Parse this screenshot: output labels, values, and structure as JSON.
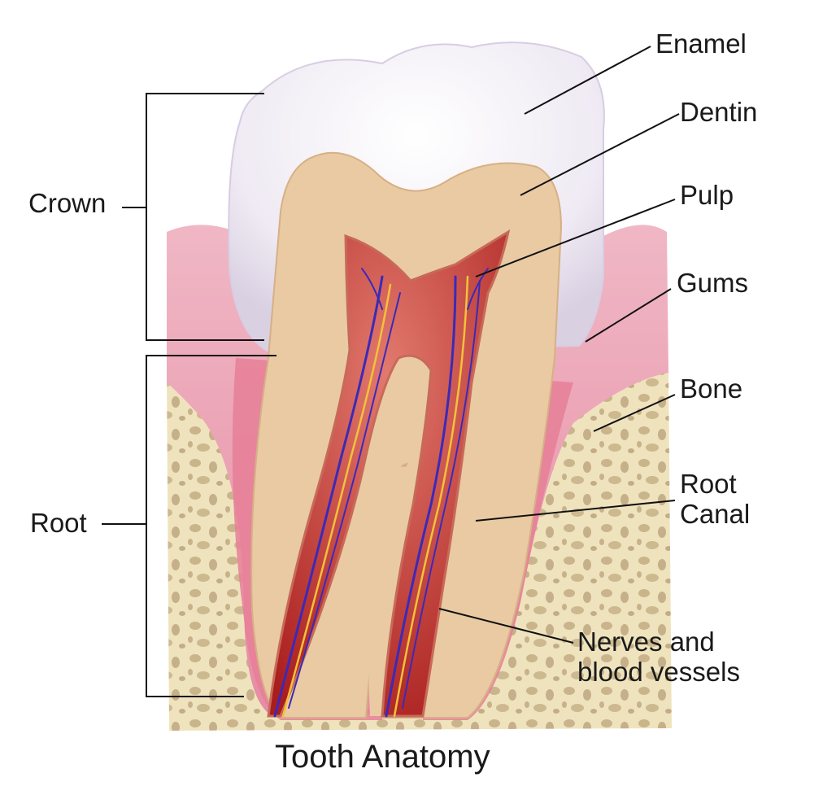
{
  "title": "Tooth Anatomy",
  "labels": {
    "enamel": "Enamel",
    "dentin": "Dentin",
    "pulp": "Pulp",
    "gums": "Gums",
    "bone": "Bone",
    "root_canal_line1": "Root",
    "root_canal_line2": "Canal",
    "nerves_line1": "Nerves and",
    "nerves_line2": "blood vessels",
    "crown": "Crown",
    "root": "Root"
  },
  "colors": {
    "enamel": "#f3f0f6",
    "dentin": "#e8c9a2",
    "pulp": "#c22a2a",
    "gums": "#ea9fb2",
    "bone": "#efe2bd",
    "nerve": "#f2c23a",
    "vessel": "#3b2ab8"
  }
}
